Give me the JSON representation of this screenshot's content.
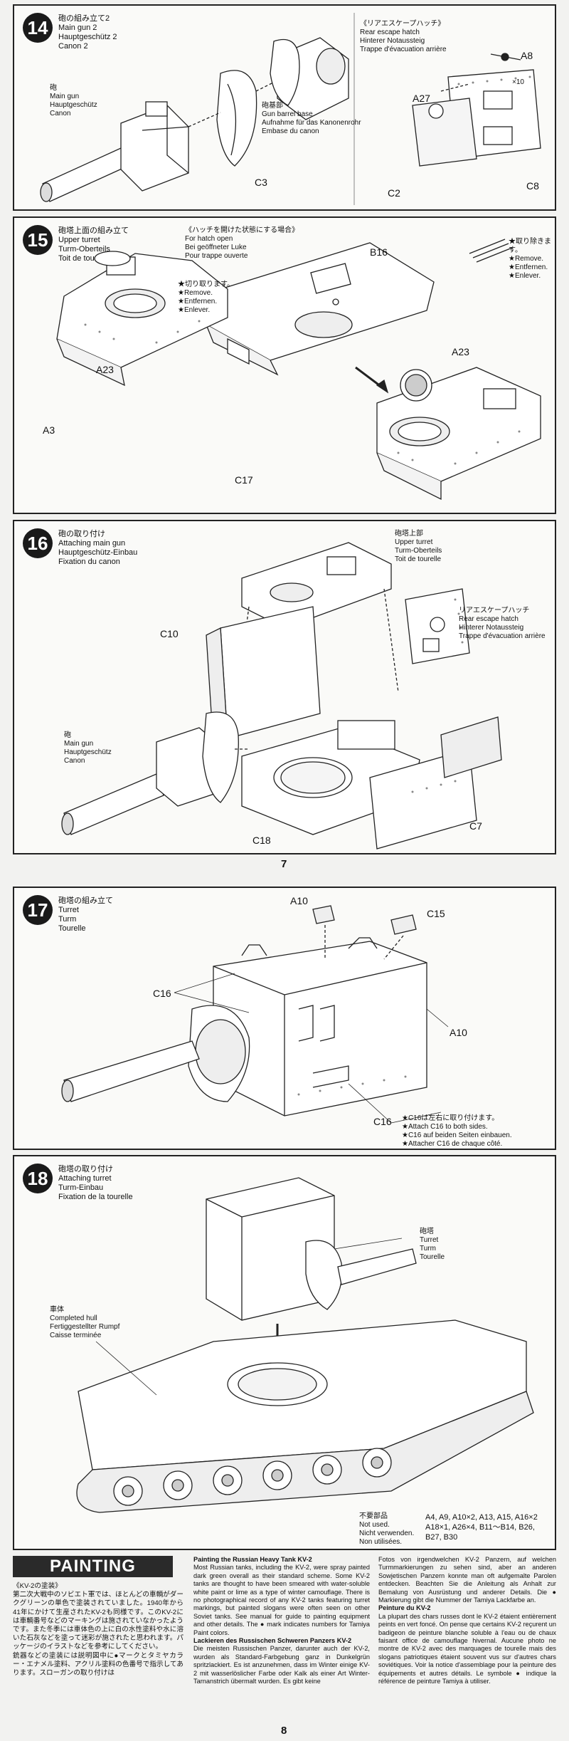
{
  "step14": {
    "number": "14",
    "title": [
      "砲の組み立て2",
      "Main gun 2",
      "Hauptgeschütz 2",
      "Canon 2"
    ],
    "main_gun": [
      "砲",
      "Main gun",
      "Hauptgeschütz",
      "Canon"
    ],
    "gun_base": [
      "砲基部",
      "Gun barrel base",
      "Aufnahme für das Kanonenrohr",
      "Embase du canon"
    ],
    "escape_hatch": [
      "《リアエスケープハッチ》",
      "Rear escape hatch",
      "Hinterer Notaussteig",
      "Trappe d'évacuation arrière"
    ],
    "parts": {
      "c3": "C3",
      "a8": "A8",
      "x10": "×10",
      "a27": "A27",
      "c2": "C2",
      "c8": "C8"
    }
  },
  "step15": {
    "number": "15",
    "title": [
      "砲塔上面の組み立て",
      "Upper turret",
      "Turm-Oberteils",
      "Toit de tourelle"
    ],
    "hatch_open": [
      "《ハッチを開けた状態にする場合》",
      "For hatch open",
      "Bei geöffneter Luke",
      "Pour trappe ouverte"
    ],
    "remove_left": [
      "★切り取ります。",
      "★Remove.",
      "★Entfernen.",
      "★Enlever."
    ],
    "remove_right": [
      "★取り除きます。",
      "★Remove.",
      "★Entfernen.",
      "★Enlever."
    ],
    "parts": {
      "b16": "B16",
      "a23_left": "A23",
      "a23_right": "A23",
      "a3": "A3",
      "c17": "C17"
    }
  },
  "step16": {
    "number": "16",
    "title": [
      "砲の取り付け",
      "Attaching main gun",
      "Hauptgeschütz-Einbau",
      "Fixation du canon"
    ],
    "upper_turret": [
      "砲塔上部",
      "Upper turret",
      "Turm-Oberteils",
      "Toit de tourelle"
    ],
    "escape_hatch": [
      "リアエスケープハッチ",
      "Rear escape hatch",
      "Hinterer Notaussteig",
      "Trappe d'évacuation arrière"
    ],
    "main_gun": [
      "砲",
      "Main gun",
      "Hauptgeschütz",
      "Canon"
    ],
    "parts": {
      "c10": "C10",
      "c18": "C18",
      "c7": "C7"
    }
  },
  "page7": "7",
  "step17": {
    "number": "17",
    "title": [
      "砲塔の組み立て",
      "Turret",
      "Turm",
      "Tourelle"
    ],
    "note": [
      "★C16は左右に取り付けます。",
      "★Attach C16 to both sides.",
      "★C16 auf beiden Seiten einbauen.",
      "★Attacher C16 de chaque côté."
    ],
    "parts": {
      "a10_top": "A10",
      "c15": "C15",
      "c16_left": "C16",
      "a10_right": "A10",
      "c16_bottom": "C16"
    }
  },
  "step18": {
    "number": "18",
    "title": [
      "砲塔の取り付け",
      "Attaching turret",
      "Turm-Einbau",
      "Fixation de la tourelle"
    ],
    "turret": [
      "砲塔",
      "Turret",
      "Turm",
      "Tourelle"
    ],
    "hull": [
      "車体",
      "Completed hull",
      "Fertiggestellter Rumpf",
      "Caisse terminée"
    ],
    "not_used": [
      "不要部品",
      "Not used.",
      "Nicht verwenden.",
      "Non utilisées."
    ],
    "not_used_parts": [
      "A4, A9, A10×2, A13, A15, A16×2",
      "A18×1, A26×4, B11～B14, B26,",
      "B27, B30"
    ]
  },
  "painting": {
    "header": "PAINTING",
    "jp": "《KV-2の塗装》\n第二次大戦中のソビエト軍では、ほとんどの車輌がダークグリーンの単色で塗装されていました。1940年から41年にかけて生産されたKV-2も同様です。このKV-2には車輌番号などのマーキングは施されていなかったようです。また冬季には車体色の上に白の水性塗料や水に溶いた石灰などを塗って迷彩が施されたと思われます。パッケージのイラストなどを参考にしてください。\n銃器などの塗装には説明図中に●マークとタミヤカラー・エナメル塗料、アクリル塗料の色番号で指示してあります。スローガンの取り付けは",
    "en_title": "Painting the Russian Heavy Tank KV-2",
    "en": "Most Russian tanks, including the KV-2, were spray painted dark green overall as their standard scheme. Some KV-2 tanks are thought to have been smeared with water-soluble white paint or lime as a type of winter camouflage. There is no photographical record of any KV-2 tanks featuring turret markings, but painted slogans were often seen on other Soviet tanks. See manual for guide to painting equipment and other details. The ● mark indicates numbers for Tamiya Paint colors.",
    "de_title": "Lackieren des Russischen Schweren Panzers KV-2",
    "de": "Die meisten Russischen Panzer, darunter auch der KV-2, wurden als Standard-Farbgebung ganz in Dunkelgrün spritzlackiert. Es ist anzunehmen, dass im Winter einige KV-2 mit wasserlöslicher Farbe oder Kalk als einer Art Winter-Tarnanstrich übermalt wurden. Es gibt keine",
    "de2": "Fotos von irgendwelchen KV-2 Panzern, auf welchen Turmmarkierungen zu sehen sind, aber an anderen Sowjetischen Panzern konnte man oft aufgemalte Parolen entdecken. Beachten Sie die Anleitung als Anhalt zur Bemalung von Ausrüstung und anderer Details. Die ● Markierung gibt die Nummer der Tamiya Lackfarbe an.",
    "fr_title": "Peinture du KV-2",
    "fr": "La plupart des chars russes dont le KV-2 étaient entièrement peints en vert foncé. On pense que certains KV-2 reçurent un badigeon de peinture blanche soluble à l'eau ou de chaux faisant office de camouflage hivernal. Aucune photo ne montre de KV-2 avec des marquages de tourelle mais des slogans patriotiques étaient souvent vus sur d'autres chars soviétiques. Voir la notice d'assemblage pour la peinture des équipements et autres détails. Le symbole ● indique la référence de peinture Tamiya à utiliser."
  },
  "page8": "8"
}
